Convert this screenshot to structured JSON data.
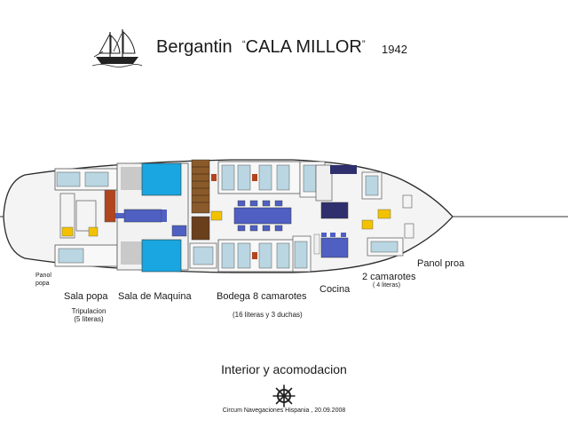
{
  "title": {
    "vessel_type": "Bergantin",
    "vessel_name": "CALA MILLOR",
    "year": "1942",
    "open_quote": "“",
    "close_quote": "”"
  },
  "labels": {
    "panol_popa": "Panol popa",
    "sala_popa": "Sala popa",
    "tripulacion": "Tripulacion",
    "tripulacion_detail": "(5 literas)",
    "sala_maquina": "Sala de Maquina",
    "bodega": "Bodega 8 camarotes",
    "bodega_detail": "(16 literas y 3 duchas)",
    "cocina": "Cocina",
    "camarotes": "2 camarotes",
    "camarotes_detail": "( 4 literas)",
    "panol_proa": "Panol proa"
  },
  "footer": {
    "caption": "Interior y acomodacion",
    "credit": "Circum Navegaciones Hispania , 20.09.2008"
  },
  "icons": {
    "logo": "sailing-ship-icon",
    "wheel": "ship-wheel-icon"
  },
  "colors": {
    "hull_outline": "#2a2a2a",
    "bunk": "#b9d6e2",
    "engine_pool": "#1aa6e0",
    "table": "#4f5fc2",
    "counter": "#2f2f6e",
    "ladder": "#8a5a2b",
    "stair_brown": "#6a3f1c",
    "hatch_red": "#b0451e",
    "yellow_marker": "#f2c200"
  }
}
